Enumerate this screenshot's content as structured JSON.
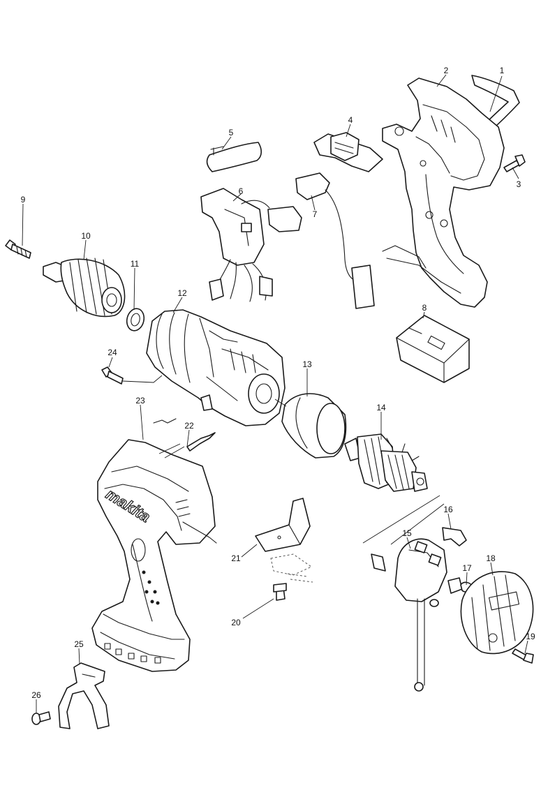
{
  "brand": "makita",
  "part_numbers": [
    "1",
    "2",
    "3",
    "4",
    "5",
    "6",
    "7",
    "8",
    "9",
    "10",
    "11",
    "12",
    "13",
    "14",
    "15",
    "16",
    "17",
    "18",
    "19",
    "20",
    "21",
    "22",
    "23",
    "24",
    "25",
    "26"
  ],
  "colors": {
    "line": "#1a1a1a",
    "background": "#ffffff"
  }
}
